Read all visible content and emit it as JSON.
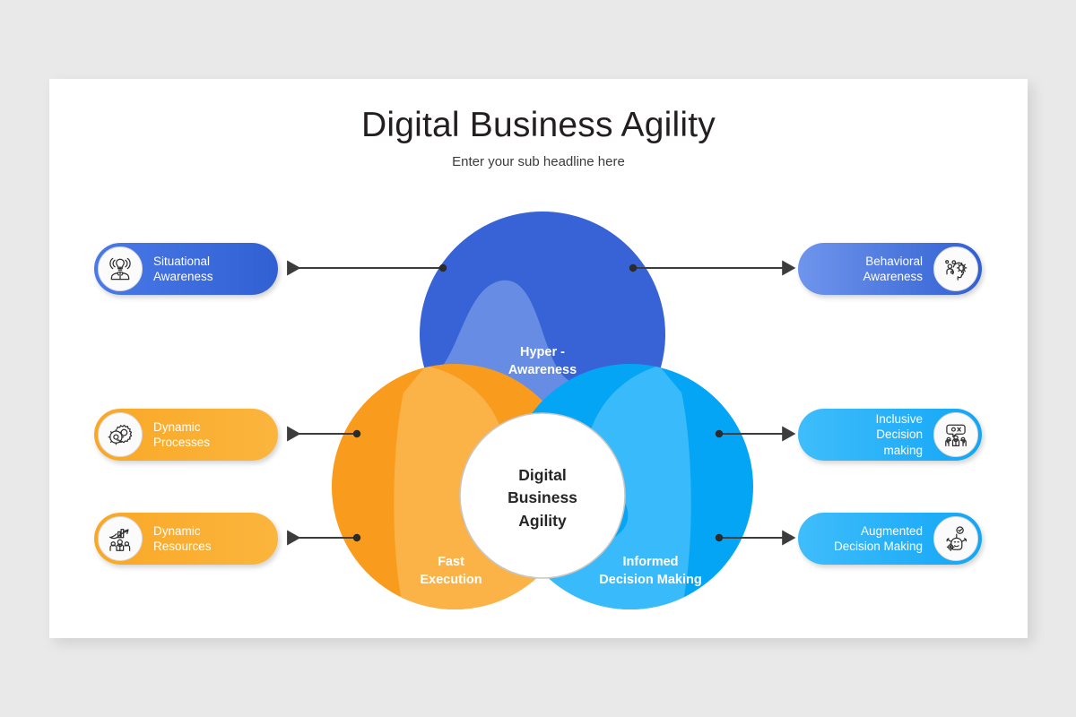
{
  "header": {
    "title": "Digital Business Agility",
    "subtitle": "Enter your sub headline here"
  },
  "venn": {
    "center_label": "Digital\nBusiness\nAgility",
    "center_label_lines": [
      "Digital",
      "Business",
      "Agility"
    ],
    "circles": [
      {
        "id": "hyper-awareness",
        "label": "Hyper -\nAwareness",
        "label_lines": [
          "Hyper -",
          "Awareness"
        ],
        "color": "#3763d6",
        "blob_color": "#6b8fe4",
        "position": "top"
      },
      {
        "id": "fast-execution",
        "label": "Fast\nExecution",
        "label_lines": [
          "Fast",
          "Execution"
        ],
        "color": "#f99b1c",
        "blob_color": "#fbb44a",
        "position": "bottom-left"
      },
      {
        "id": "informed-decision",
        "label": "Informed\nDecision Making",
        "label_lines": [
          "Informed",
          "Decision Making"
        ],
        "color": "#05a5f5",
        "blob_color": "#3cbcfb",
        "position": "bottom-right"
      }
    ]
  },
  "pills": {
    "left": [
      {
        "id": "situational-awareness",
        "label": "Situational\nAwareness",
        "label_lines": [
          "Situational",
          "Awareness"
        ],
        "icon": "person-lightbulb-signal-icon",
        "theme": "theme-royal",
        "color": "#3160d3"
      },
      {
        "id": "dynamic-processes",
        "label": "Dynamic\nProcesses",
        "label_lines": [
          "Dynamic",
          "Processes"
        ],
        "icon": "gears-icon",
        "theme": "theme-orange",
        "color": "#f9a826"
      },
      {
        "id": "dynamic-resources",
        "label": "Dynamic\nResources",
        "label_lines": [
          "Dynamic",
          "Resources"
        ],
        "icon": "team-growth-chart-icon",
        "theme": "theme-orange",
        "color": "#f9a826"
      }
    ],
    "right": [
      {
        "id": "behavioral-awareness",
        "label": "Behavioral\nAwareness",
        "label_lines": [
          "Behavioral",
          "Awareness"
        ],
        "icon": "head-gear-idea-icon",
        "theme": "theme-royal-rev",
        "color": "#3160d3"
      },
      {
        "id": "inclusive-decision-making",
        "label": "Inclusive\nDecision\nmaking",
        "label_lines": [
          "Inclusive",
          "Decision",
          "making"
        ],
        "icon": "people-speech-bubble-icon",
        "theme": "theme-sky",
        "color": "#13a6f6"
      },
      {
        "id": "augmented-decision-making",
        "label": "Augmented\nDecision Making",
        "label_lines": [
          "Augmented",
          "Decision Making"
        ],
        "icon": "robot-check-icon",
        "theme": "theme-sky",
        "color": "#13a6f6"
      }
    ]
  },
  "connectors": {
    "line_color": "#3c3c3c",
    "items": [
      {
        "id": "connector-situational",
        "direction": "left"
      },
      {
        "id": "connector-dynamic-processes",
        "direction": "left"
      },
      {
        "id": "connector-dynamic-resources",
        "direction": "left"
      },
      {
        "id": "connector-behavioral",
        "direction": "right"
      },
      {
        "id": "connector-inclusive",
        "direction": "right"
      },
      {
        "id": "connector-augmented",
        "direction": "right"
      }
    ]
  },
  "colors": {
    "background": "#e9e9e9",
    "card": "#ffffff",
    "title_text": "#231f20",
    "royal_blue": "#3763d6",
    "orange": "#f99b1c",
    "sky_blue": "#05a5f5"
  }
}
